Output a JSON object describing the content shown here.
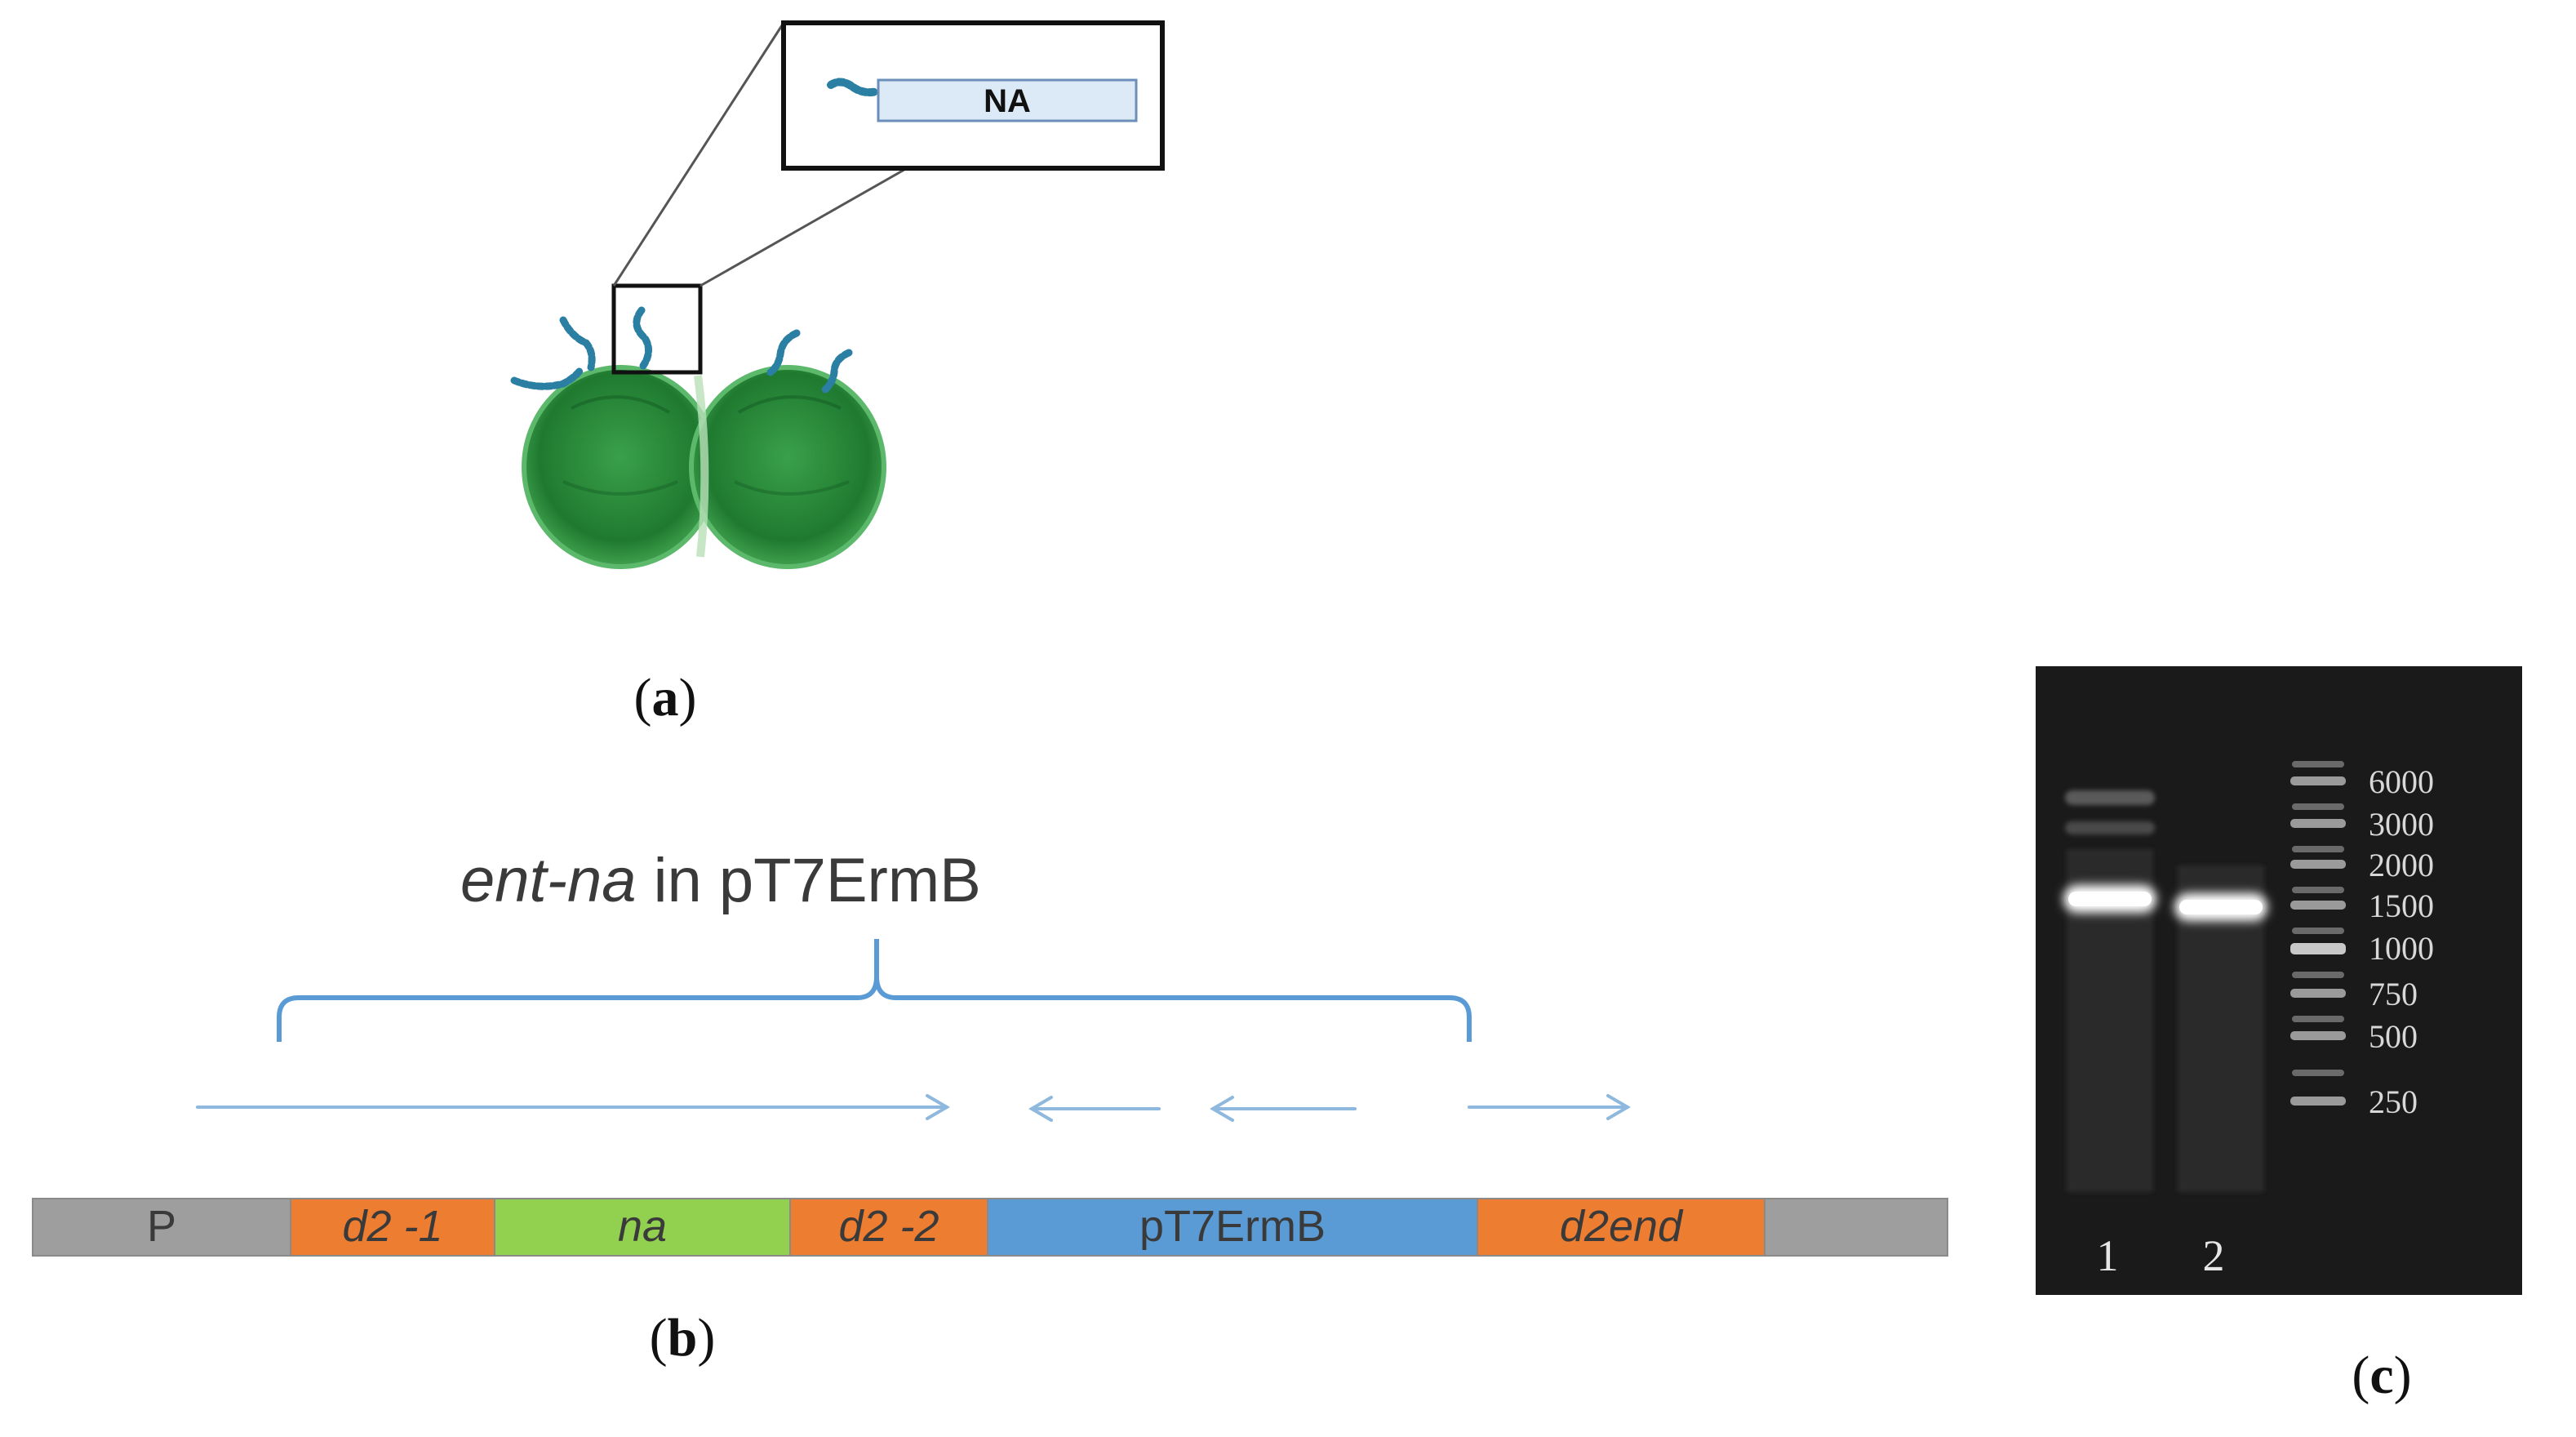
{
  "panel_a": {
    "label_letter": "a",
    "callout_text": "NA"
  },
  "panel_b": {
    "label_letter": "b",
    "title_italic": "ent-na",
    "title_rest": " in pT7ErmB",
    "segments": [
      {
        "label": "P",
        "italic": false,
        "color": "#9e9e9e"
      },
      {
        "label": "d2 -1",
        "italic": true,
        "color": "#ed7d31"
      },
      {
        "label": "na",
        "italic": true,
        "color": "#92d050"
      },
      {
        "label": "d2 -2",
        "italic": true,
        "color": "#ed7d31"
      },
      {
        "label": "pT7ErmB",
        "italic": false,
        "color": "#5b9bd5"
      },
      {
        "label": "d2end",
        "italic": true,
        "color": "#ed7d31"
      },
      {
        "label": "",
        "italic": false,
        "color": "#9e9e9e"
      }
    ],
    "bracket_color": "#5b9bd5"
  },
  "panel_c": {
    "label_letter": "c",
    "ladder_labels": [
      "6000",
      "3000",
      "2000",
      "1500",
      "1000",
      "750",
      "500",
      "250"
    ],
    "lane_labels": [
      "1",
      "2"
    ]
  },
  "colors": {
    "bacterium": "#2e8b3e",
    "pilus": "#2b7fa3",
    "gel_background": "#1a1a1a",
    "callout_fill": "#dce9f7"
  }
}
